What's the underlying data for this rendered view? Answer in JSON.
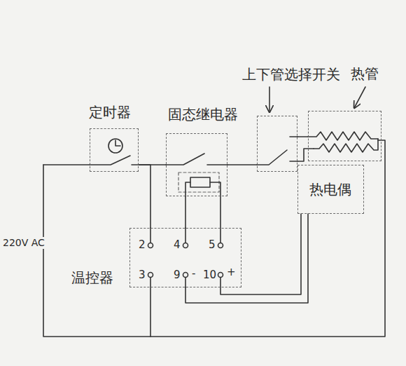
{
  "diagram": {
    "nodes": [
      {
        "text": [
          "定时器"
        ]
      },
      {
        "text": [
          "固态继电器"
        ]
      },
      {
        "text": [
          "上下管选择开关"
        ]
      },
      {
        "text": [
          "热管"
        ]
      },
      {
        "text": [
          "热电偶"
        ]
      },
      {
        "text": [
          "温控器"
        ]
      }
    ],
    "edges": [
      {
        "from": 0,
        "to": 1,
        "arrow": "none"
      },
      {
        "from": 1,
        "to": 2,
        "arrow": "none"
      },
      {
        "from": 2,
        "to": 3,
        "arrow": "none"
      },
      {
        "from": 0,
        "to": 5,
        "arrow": "none"
      },
      {
        "from": 5,
        "to": 1,
        "arrow": "none"
      },
      {
        "from": 4,
        "to": 5,
        "arrow": "none"
      }
    ],
    "labels": [
      "220V AC",
      "2",
      "4",
      "5",
      "3",
      "9",
      "-",
      "10",
      "+"
    ]
  }
}
